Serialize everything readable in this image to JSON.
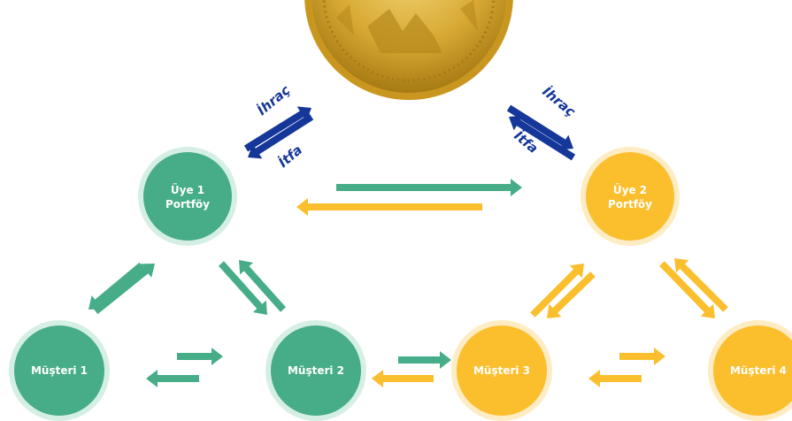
{
  "colors": {
    "green": "#46ad88",
    "green_light": "#d6efe5",
    "yellow": "#fbbf2e",
    "yellow_light": "#fdecc4",
    "blue": "#15379a",
    "gold": "#d8aa34",
    "gold_dark": "#a77b14"
  },
  "nodes": {
    "uye1": {
      "line1": "Üye 1",
      "line2": "Portföy"
    },
    "uye2": {
      "line1": "Üye 2",
      "line2": "Portföy"
    },
    "musteri1": {
      "label": "Müşteri 1"
    },
    "musteri2": {
      "label": "Müşteri 2"
    },
    "musteri3": {
      "label": "Müşteri 3"
    },
    "musteri4": {
      "label": "Müşteri 4"
    }
  },
  "arrows": {
    "left": {
      "top_label": "İhraç",
      "bottom_label": "İtfa"
    },
    "right": {
      "top_label": "İhraç",
      "bottom_label": "İtfa"
    }
  },
  "coin": {
    "icon": "gold-coin-icon"
  }
}
